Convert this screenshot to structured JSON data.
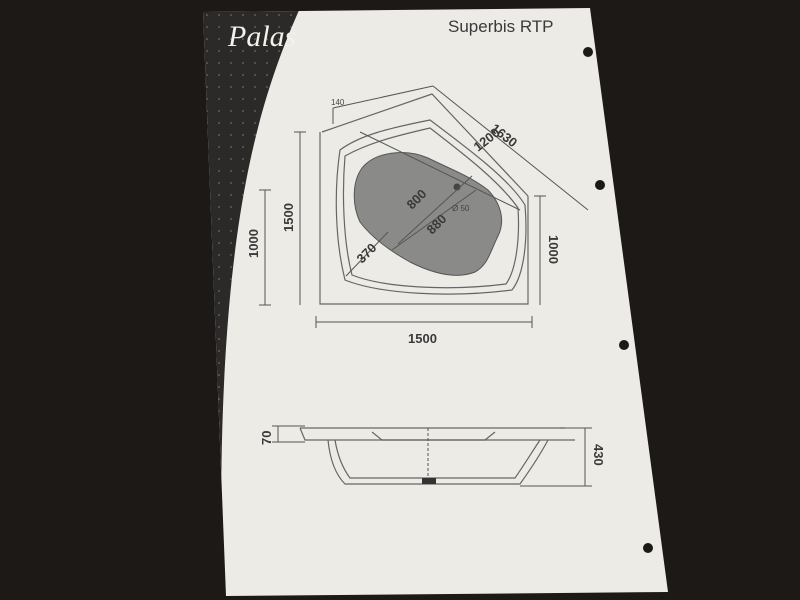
{
  "brand": {
    "logo_text": "Palas"
  },
  "sheet": {
    "model_title": "Superbis RTP"
  },
  "top_view": {
    "dim_width_bottom": "1500",
    "dim_height_left_outer": "1000",
    "dim_height_left_inner": "1500",
    "dim_height_right": "1000",
    "dim_diagonal_outer": "1630",
    "dim_diagonal_inner": "1200",
    "dim_basin_length": "800",
    "dim_basin_width": "880",
    "dim_corner": "370",
    "dim_rim": "140",
    "drain_label": "Ø 50"
  },
  "side_view": {
    "dim_rim_height": "70",
    "dim_total_height": "430"
  },
  "colors": {
    "background": "#1c1917",
    "sheet": "#ecebe6",
    "sheet_dark_band": "#2b2a29",
    "basin_fill": "#8a8a88",
    "line": "#555555"
  }
}
